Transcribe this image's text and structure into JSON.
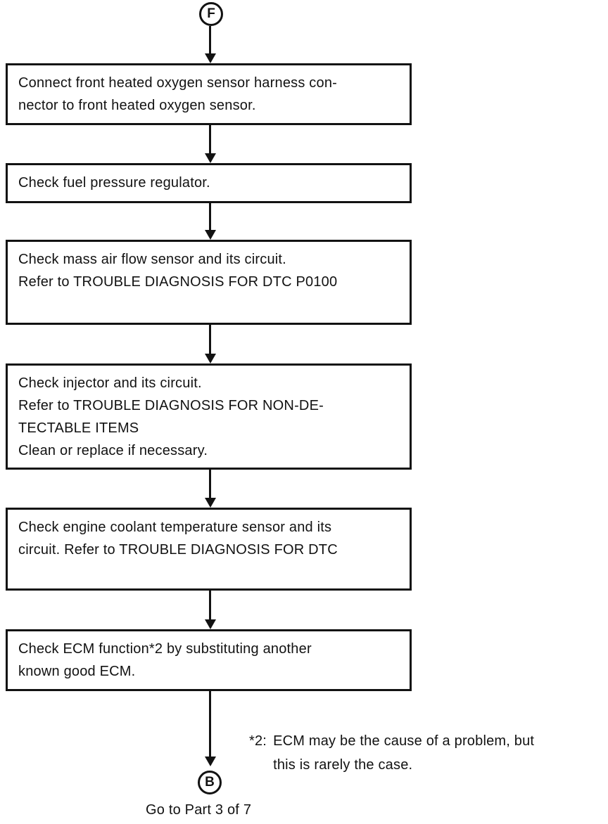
{
  "colors": {
    "ink": "#121212",
    "paper": "#ffffff"
  },
  "flowchart": {
    "start_connector_label": "F",
    "steps": [
      {
        "lines": [
          "Connect front heated oxygen sensor harness con-",
          "nector to front heated oxygen sensor."
        ]
      },
      {
        "lines": [
          "Check fuel pressure regulator."
        ]
      },
      {
        "lines": [
          "Check mass air flow sensor and its circuit.",
          "Refer to TROUBLE DIAGNOSIS FOR DTC P0100"
        ]
      },
      {
        "lines": [
          "Check injector and its circuit.",
          "Refer to TROUBLE DIAGNOSIS FOR NON-DE-",
          "TECTABLE ITEMS",
          "Clean or replace if necessary."
        ]
      },
      {
        "lines": [
          "Check engine coolant temperature sensor and its",
          "circuit. Refer to TROUBLE DIAGNOSIS FOR DTC"
        ]
      },
      {
        "lines": [
          "Check ECM function*2 by substituting another",
          "known good ECM."
        ]
      }
    ],
    "end_connector_label": "B",
    "goto_label": "Go to Part 3 of 7",
    "footnote": {
      "marker": "*2:",
      "lines": [
        "ECM may be the cause of a problem, but",
        "this is rarely the case."
      ]
    }
  }
}
